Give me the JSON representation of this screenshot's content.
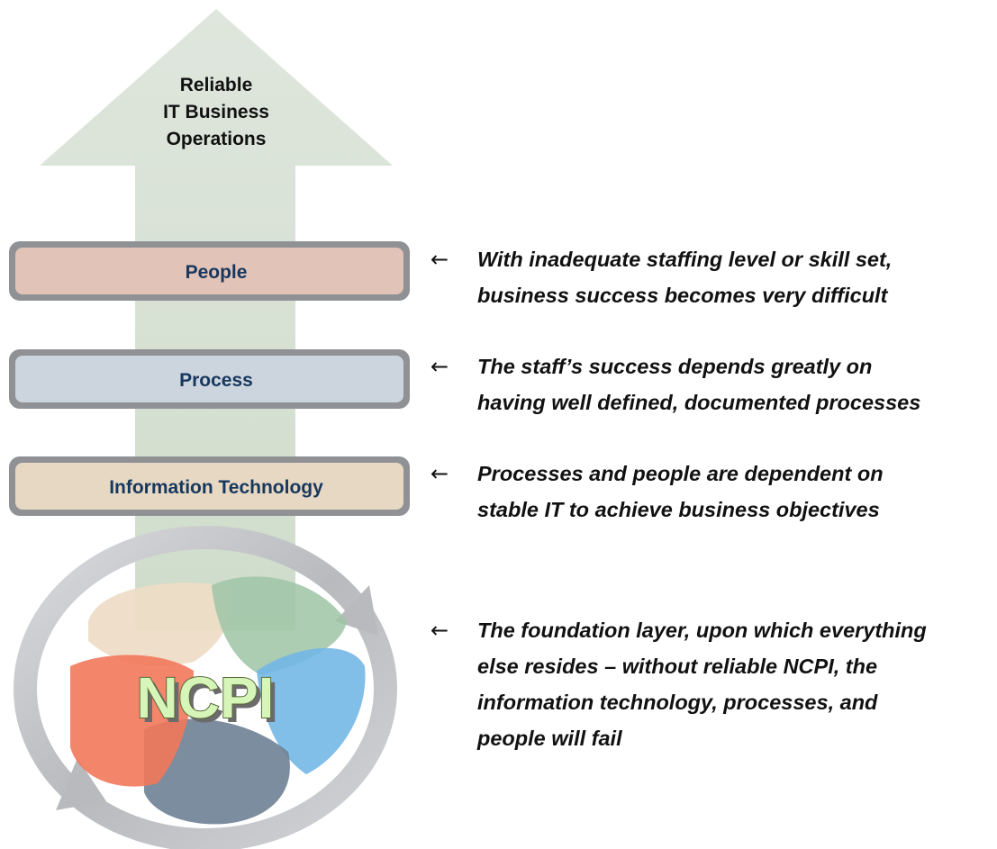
{
  "goal": {
    "lines": [
      "Reliable",
      "IT Business",
      "Operations"
    ]
  },
  "layers": [
    {
      "label": "People",
      "color": "#e2c3b8"
    },
    {
      "label": "Process",
      "color": "#ccd5de"
    },
    {
      "label": "Information Technology",
      "color": "#e6d8c2"
    }
  ],
  "foundation": {
    "label": "NCPI"
  },
  "notes": [
    {
      "arrow": "←",
      "text": "With inadequate staffing level or skill set,\nbusiness success becomes very difficult"
    },
    {
      "arrow": "←",
      "text": "The staff’s success depends greatly on\nhaving well defined, documented processes"
    },
    {
      "arrow": "←",
      "text": "Processes and people are dependent on\nstable IT to achieve business objectives"
    },
    {
      "arrow": "←",
      "text": "The foundation layer, upon which everything\nelse resides – without reliable NCPI, the\ninformation technology, processes, and\npeople will fail"
    }
  ]
}
